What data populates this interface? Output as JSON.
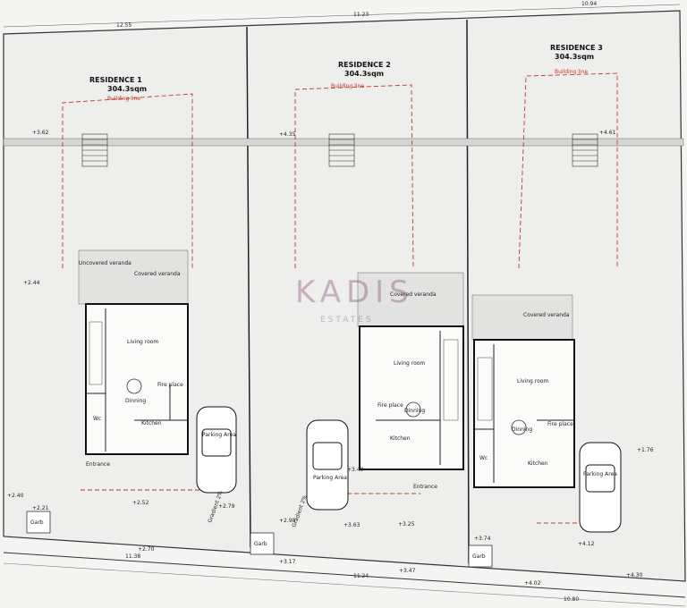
{
  "residences": [
    {
      "name": "RESIDENCE 1",
      "area": "304.3sqm"
    },
    {
      "name": "RESIDENCE 2",
      "area": "304.3sqm"
    },
    {
      "name": "RESIDENCE 3",
      "area": "304.3sqm"
    }
  ],
  "labels": {
    "building_line": "Building line",
    "uncovered_veranda": "Uncovered veranda",
    "covered_veranda": "Covered veranda",
    "living_room": "Living room",
    "dinning": "Dinning",
    "fire_place": "Fire place",
    "kitchen": "Kitchen",
    "parking_area": "Parking Area",
    "garb": "Garb",
    "wc": "Wc",
    "entrance": "Entrance",
    "gradient": "Gradient 2%"
  },
  "levels": [
    "+3.62",
    "+4.35",
    "+4.61",
    "+2.44",
    "+2.40",
    "+2.21",
    "+2.52",
    "+2.79",
    "+2.98",
    "+3.17",
    "+3.40",
    "+3.63",
    "+3.25",
    "+3.47",
    "+3.74",
    "+4.02",
    "+4.12",
    "+4.30",
    "+1.76",
    "+2.70"
  ],
  "dims": [
    "12.55",
    "11.23",
    "10.94",
    "11.38",
    "11.24",
    "10.80"
  ],
  "watermark": {
    "brand": "KADIS",
    "sub": "ESTATES"
  }
}
